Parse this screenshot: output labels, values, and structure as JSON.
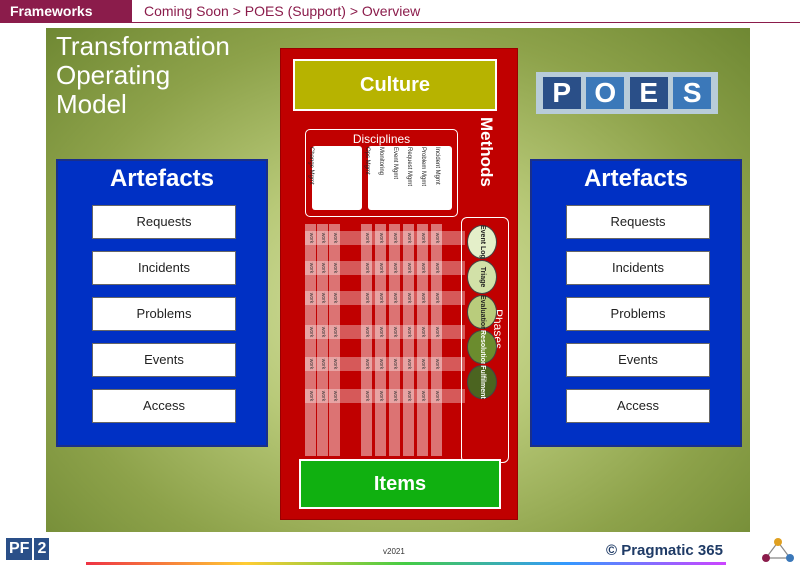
{
  "header": {
    "tab_label": "Frameworks",
    "breadcrumb": "Coming Soon > POES (Support) > Overview"
  },
  "slide": {
    "title": "Transformation\nOperating\nModel",
    "logo_letters": [
      "P",
      "O",
      "E",
      "S"
    ]
  },
  "artefacts_left": {
    "heading": "Artefacts",
    "items": [
      "Requests",
      "Incidents",
      "Problems",
      "Events",
      "Access"
    ]
  },
  "artefacts_right": {
    "heading": "Artefacts",
    "items": [
      "Requests",
      "Incidents",
      "Problems",
      "Events",
      "Access"
    ]
  },
  "center": {
    "culture": "Culture",
    "items": "Items",
    "methods": "Methods",
    "disciplines_title": "Disciplines",
    "disciplines": [
      "Change Mgmt",
      "",
      "",
      "Ops Mgmt",
      "Monitoring",
      "Event Mgmt",
      "Request Mgmt",
      "Problem Mgmt",
      "Incident Mgmt"
    ],
    "work_label": "work",
    "phases_label": "Phases",
    "phases": [
      {
        "label": "Event Logging",
        "color": "#e4efc9"
      },
      {
        "label": "Triage",
        "color": "#d2e1a8"
      },
      {
        "label": "Evaluation",
        "color": "#b9cc7c"
      },
      {
        "label": "Resolution",
        "color": "#6b8c2e"
      },
      {
        "label": "Fulfilment",
        "color": "#4b6420"
      }
    ]
  },
  "footer": {
    "logo_left": [
      "PF",
      "2"
    ],
    "version": "v2021",
    "brand": "© Pragmatic 365"
  },
  "colors": {
    "brand": "#8b1c4b",
    "artefact_panel": "#0030c4",
    "methods_panel": "#c00000",
    "culture": "#b7b300",
    "items": "#10b010"
  }
}
